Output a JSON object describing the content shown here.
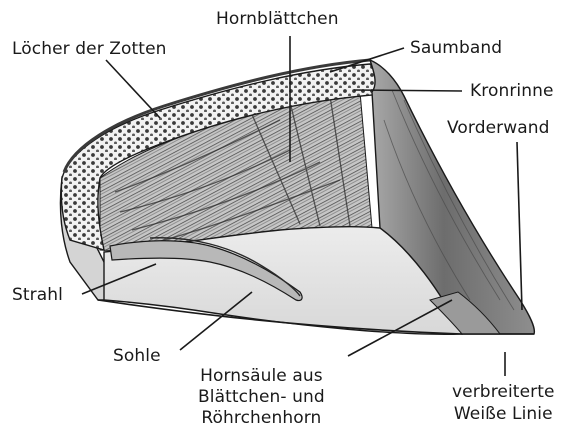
{
  "diagram": {
    "labels": {
      "hornblaettchen": "Hornblättchen",
      "loecher_der_zotten": "Löcher der Zotten",
      "saumband": "Saumband",
      "kronrinne": "Kronrinne",
      "vorderwand": "Vorderwand",
      "strahl": "Strahl",
      "sohle": "Sohle",
      "hornsaeule": [
        "Hornsäule aus",
        "Blättchen- und",
        "Röhrchenhorn"
      ],
      "weisse_linie": [
        "verbreiterte",
        "Weiße Linie"
      ]
    },
    "colors": {
      "line": "#1a1a1a",
      "text": "#1a1a1a",
      "wall": "#7d7d7d",
      "wall_light": "#a8a8a8",
      "sole": "#e4e4e4",
      "lamellae": "#909090",
      "coronary_band": "#d2d2d2"
    }
  }
}
